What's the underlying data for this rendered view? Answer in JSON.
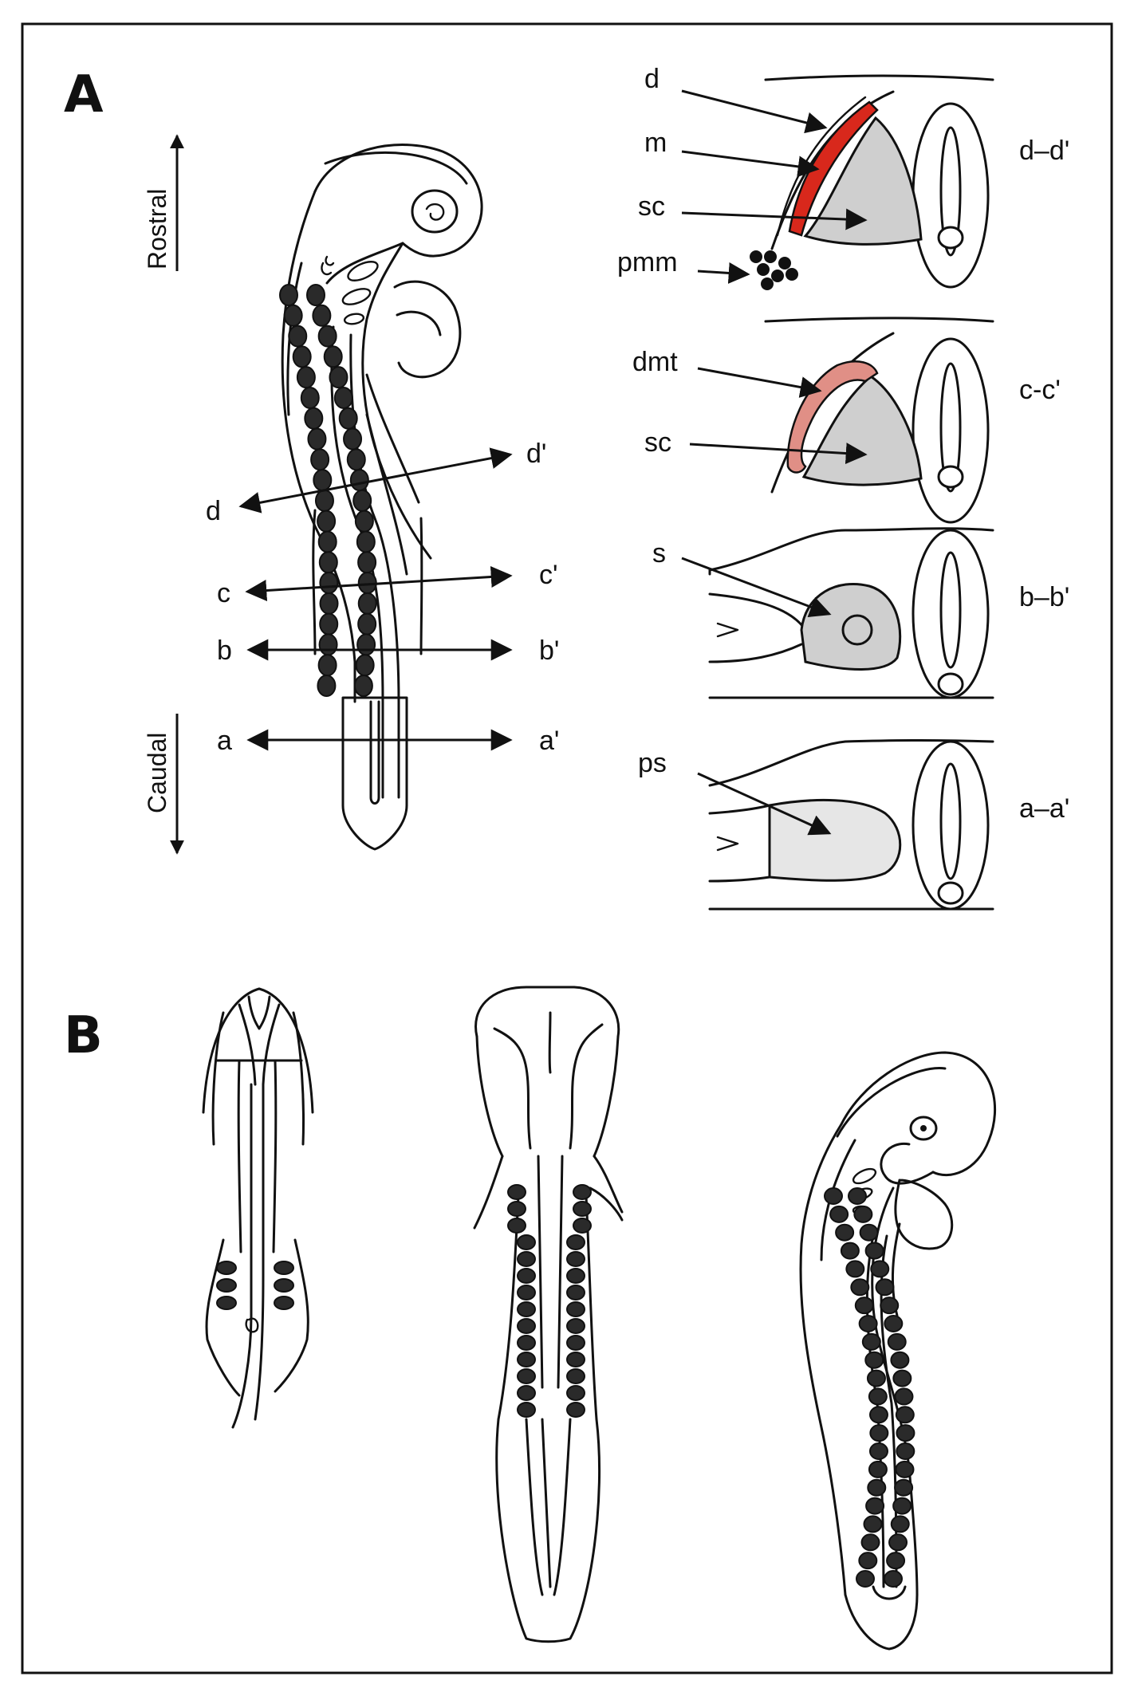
{
  "panelA": {
    "letter": "A",
    "directions": {
      "rostral": "Rostral",
      "caudal": "Caudal"
    },
    "section_levels": [
      {
        "left": "d",
        "right": "d'"
      },
      {
        "left": "c",
        "right": "c'"
      },
      {
        "left": "b",
        "right": "b'"
      },
      {
        "left": "a",
        "right": "a'"
      }
    ],
    "cross_sections": [
      {
        "id": "d–d'",
        "labels": [
          "d",
          "m",
          "sc",
          "pmm"
        ]
      },
      {
        "id": "c-c'",
        "labels": [
          "dmt",
          "sc"
        ]
      },
      {
        "id": "b–b'",
        "labels": [
          "s"
        ]
      },
      {
        "id": "a–a'",
        "labels": [
          "ps"
        ]
      }
    ]
  },
  "panelB": {
    "letter": "B"
  },
  "colors": {
    "dermomyotome_early": "#e08f86",
    "myotome": "#d8281c",
    "sclerotome": "#cfcfcf",
    "presomitic": "#e6e6e6",
    "somite": "#2a2a2a",
    "frame": "#111111"
  }
}
